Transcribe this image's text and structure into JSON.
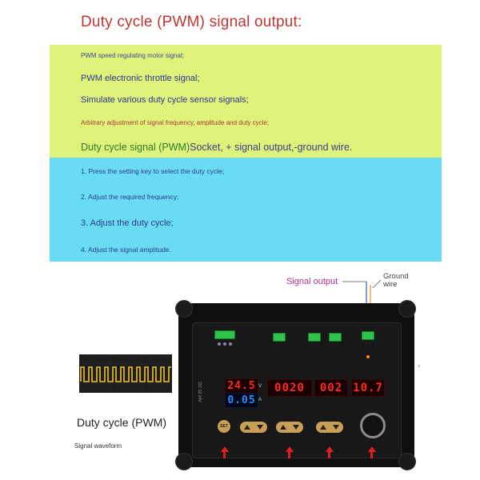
{
  "title": "Duty cycle (PWM) signal output:",
  "green_panel": {
    "lines": [
      "PWM speed regulating motor signal;",
      "PWM electronic throttle signal;",
      "Simulate various duty cycle sensor signals;",
      "Arbitrary adjustment of signal frequency, amplitude and duty cycle;"
    ],
    "socket_line_prefix": "Duty cycle signal (PWM)",
    "socket_line_suffix": "Socket, + signal output,-ground wire."
  },
  "cyan_panel": {
    "steps": [
      "1. Press the setting key to select the duty cycle;",
      "2. Adjust the required frequency;",
      "3. Adjust the duty cycle;",
      "4. Adjust the signal amplitude."
    ]
  },
  "annotations": {
    "signal_output": "Signal output",
    "ground_wire_line1": "Ground",
    "ground_wire_line2": "wire",
    "duty_cycle_pwm": "Duty cycle (PWM)",
    "signal_waveform": "Signal waveform",
    "stray_mark": "r"
  },
  "device": {
    "voltage_display": "24.5",
    "voltage_unit": "V",
    "current_display": "0.05",
    "current_unit": "A",
    "frequency_display": "0020",
    "duty_display": "002",
    "amplitude_display": "10.7",
    "set_label": "SET",
    "side_text": "DC 12-24V",
    "colors": {
      "led_red": "#ff2a22",
      "led_blue": "#2a8cff",
      "terminal_green": "#2ec34a",
      "button_gold": "#c99e56",
      "arrow_red": "#e02020"
    }
  }
}
